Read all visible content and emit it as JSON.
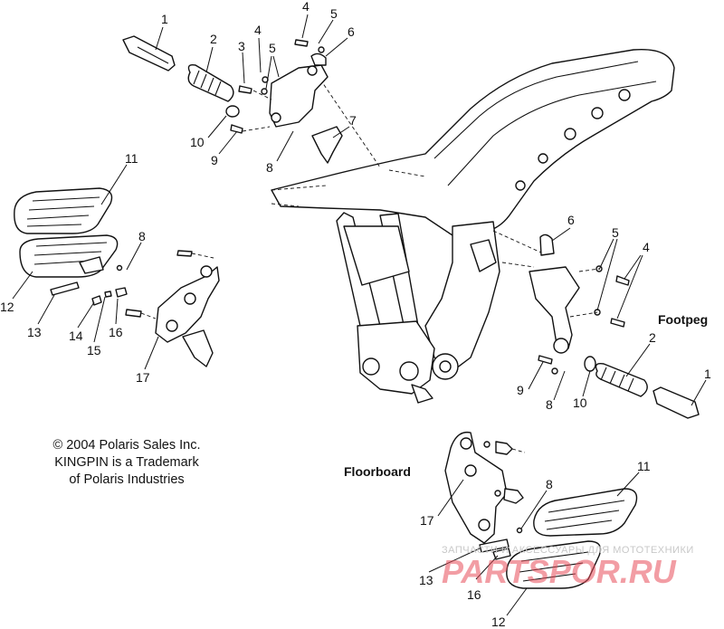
{
  "callouts": {
    "fp_upper": [
      "1",
      "2",
      "3",
      "4",
      "5",
      "5",
      "6",
      "7",
      "8",
      "9",
      "10"
    ],
    "fb_left": [
      "11",
      "8",
      "12",
      "13",
      "14",
      "15",
      "16",
      "17"
    ],
    "fp_right": [
      "6",
      "5",
      "4",
      "2",
      "1",
      "9",
      "8",
      "10"
    ],
    "fb_lower": [
      "11",
      "8",
      "17",
      "13",
      "16",
      "12"
    ]
  },
  "sections": {
    "footpeg": "Footpeg",
    "floorboard": "Floorboard"
  },
  "copyright": {
    "line1": "© 2004 Polaris Sales Inc.",
    "line2": "KINGPIN is a Trademark",
    "line3": "of Polaris Industries"
  },
  "watermark": {
    "tagline": "ЗАПЧАСТИ И АКСЕССУАРЫ ДЛЯ МОТОТЕХНИКИ",
    "brand": "PARTSPOR.RU"
  },
  "colors": {
    "line": "#111111",
    "background": "#ffffff",
    "watermark_brand": "#e84d5a",
    "watermark_tagline": "#c8c8c8"
  }
}
